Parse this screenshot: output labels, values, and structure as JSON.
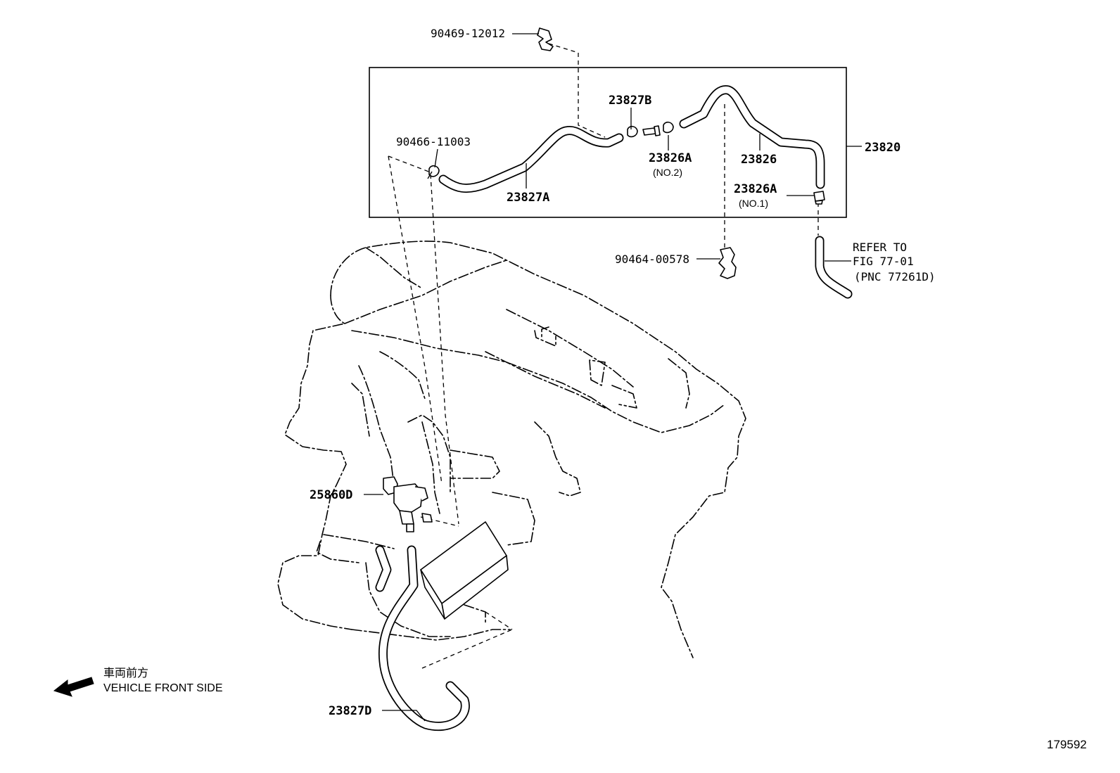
{
  "callouts": {
    "clip_top": "90469-12012",
    "box_assy": "23820",
    "hose_b": "23827B",
    "clamp_left": "90466-11003",
    "hose_a": "23827A",
    "joint_no2": "23826A",
    "joint_no2_note": "(NO.2)",
    "hose_main": "23826",
    "joint_no1": "23826A",
    "joint_no1_note": "(NO.1)",
    "clip_mid": "90464-00578",
    "vsv": "25860D",
    "hose_d": "23827D"
  },
  "reference": {
    "line1": "REFER TO",
    "line2": "FIG 77-01",
    "line3": "(PNC 77261D)"
  },
  "direction": {
    "japanese": "車両前方",
    "english": "VEHICLE FRONT SIDE",
    "icon": "left-arrow-icon"
  },
  "illustration_id": "179592"
}
